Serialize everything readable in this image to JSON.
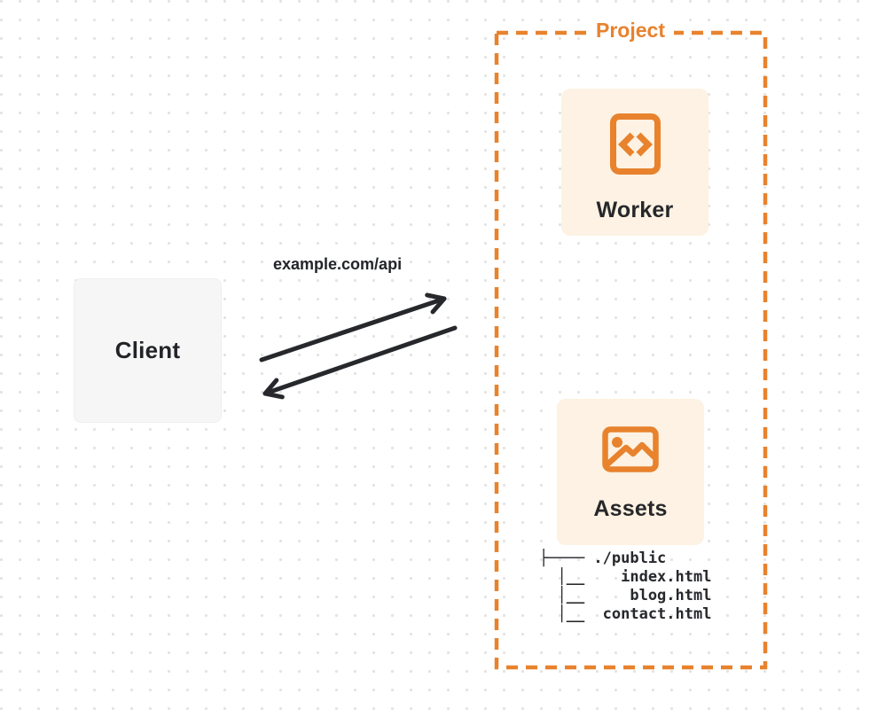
{
  "client_box": {
    "label": "Client"
  },
  "request": {
    "url_label": "example.com/api"
  },
  "project": {
    "label": "Project",
    "worker": {
      "label": "Worker",
      "icon": "code-file-icon"
    },
    "assets": {
      "label": "Assets",
      "icon": "image-icon"
    },
    "file_tree": {
      "lines": [
        "├──── ./public",
        "  │__    index.html",
        "  │__     blog.html",
        "  │__  contact.html"
      ]
    }
  },
  "colors": {
    "accent_orange": "#e8822d",
    "card_background": "#fdf2e3",
    "client_background": "#f6f6f7",
    "ink": "#26282c",
    "dot_grid": "#e3e3e3"
  }
}
